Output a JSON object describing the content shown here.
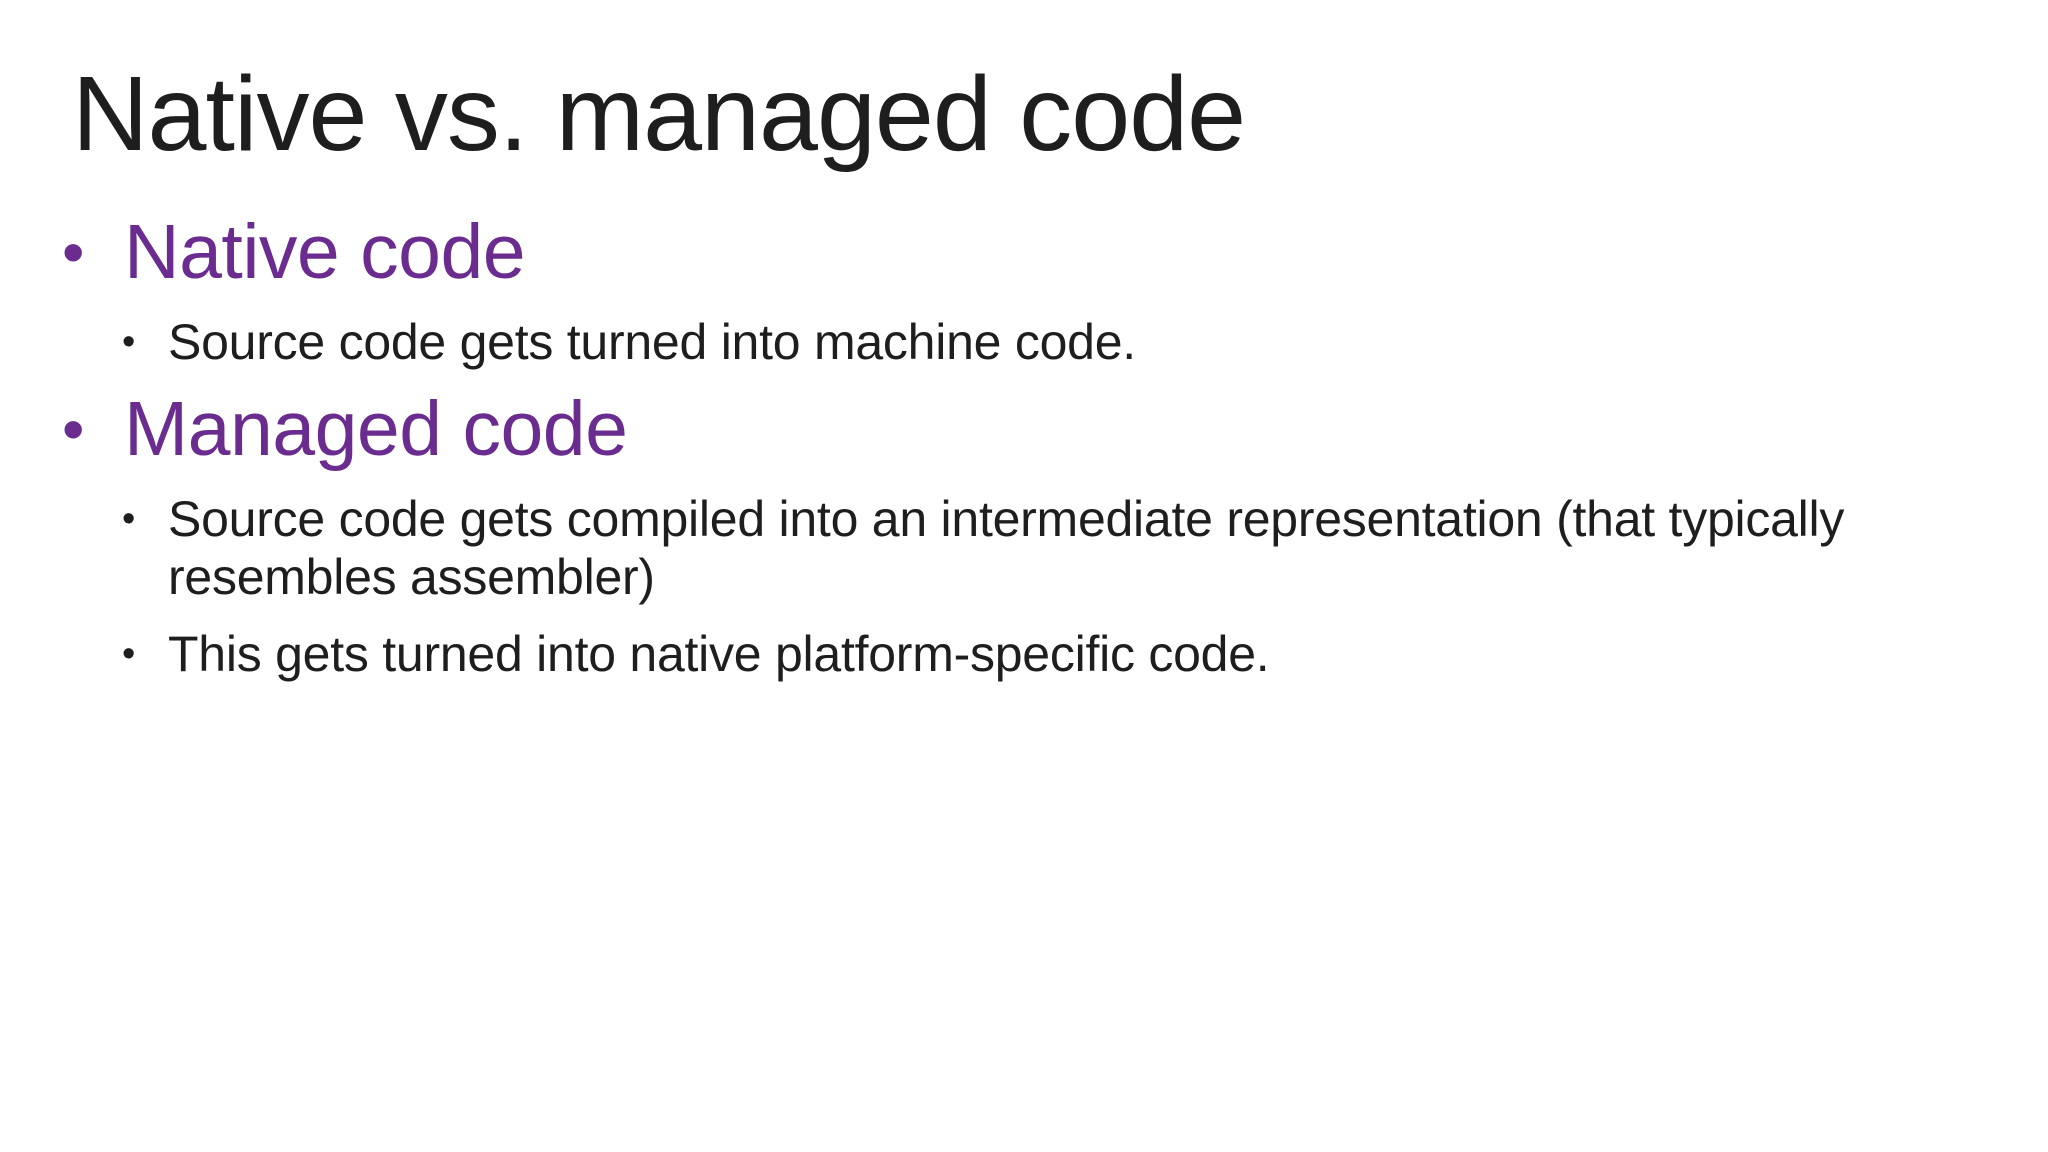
{
  "slide": {
    "title": "Native vs. managed code",
    "marker": "•",
    "items": [
      {
        "level": 1,
        "text": "Native code"
      },
      {
        "level": 2,
        "text": "Source code gets turned into machine code."
      },
      {
        "level": 1,
        "text": "Managed code"
      },
      {
        "level": 2,
        "text": "Source code gets compiled into an intermediate representation (that typically resembles assembler)"
      },
      {
        "level": 2,
        "text": "This gets turned into native platform-specific code."
      }
    ],
    "colors": {
      "accent_purple": "#6a2c8f",
      "body_text": "#1e1e1e",
      "background": "#ffffff"
    }
  }
}
